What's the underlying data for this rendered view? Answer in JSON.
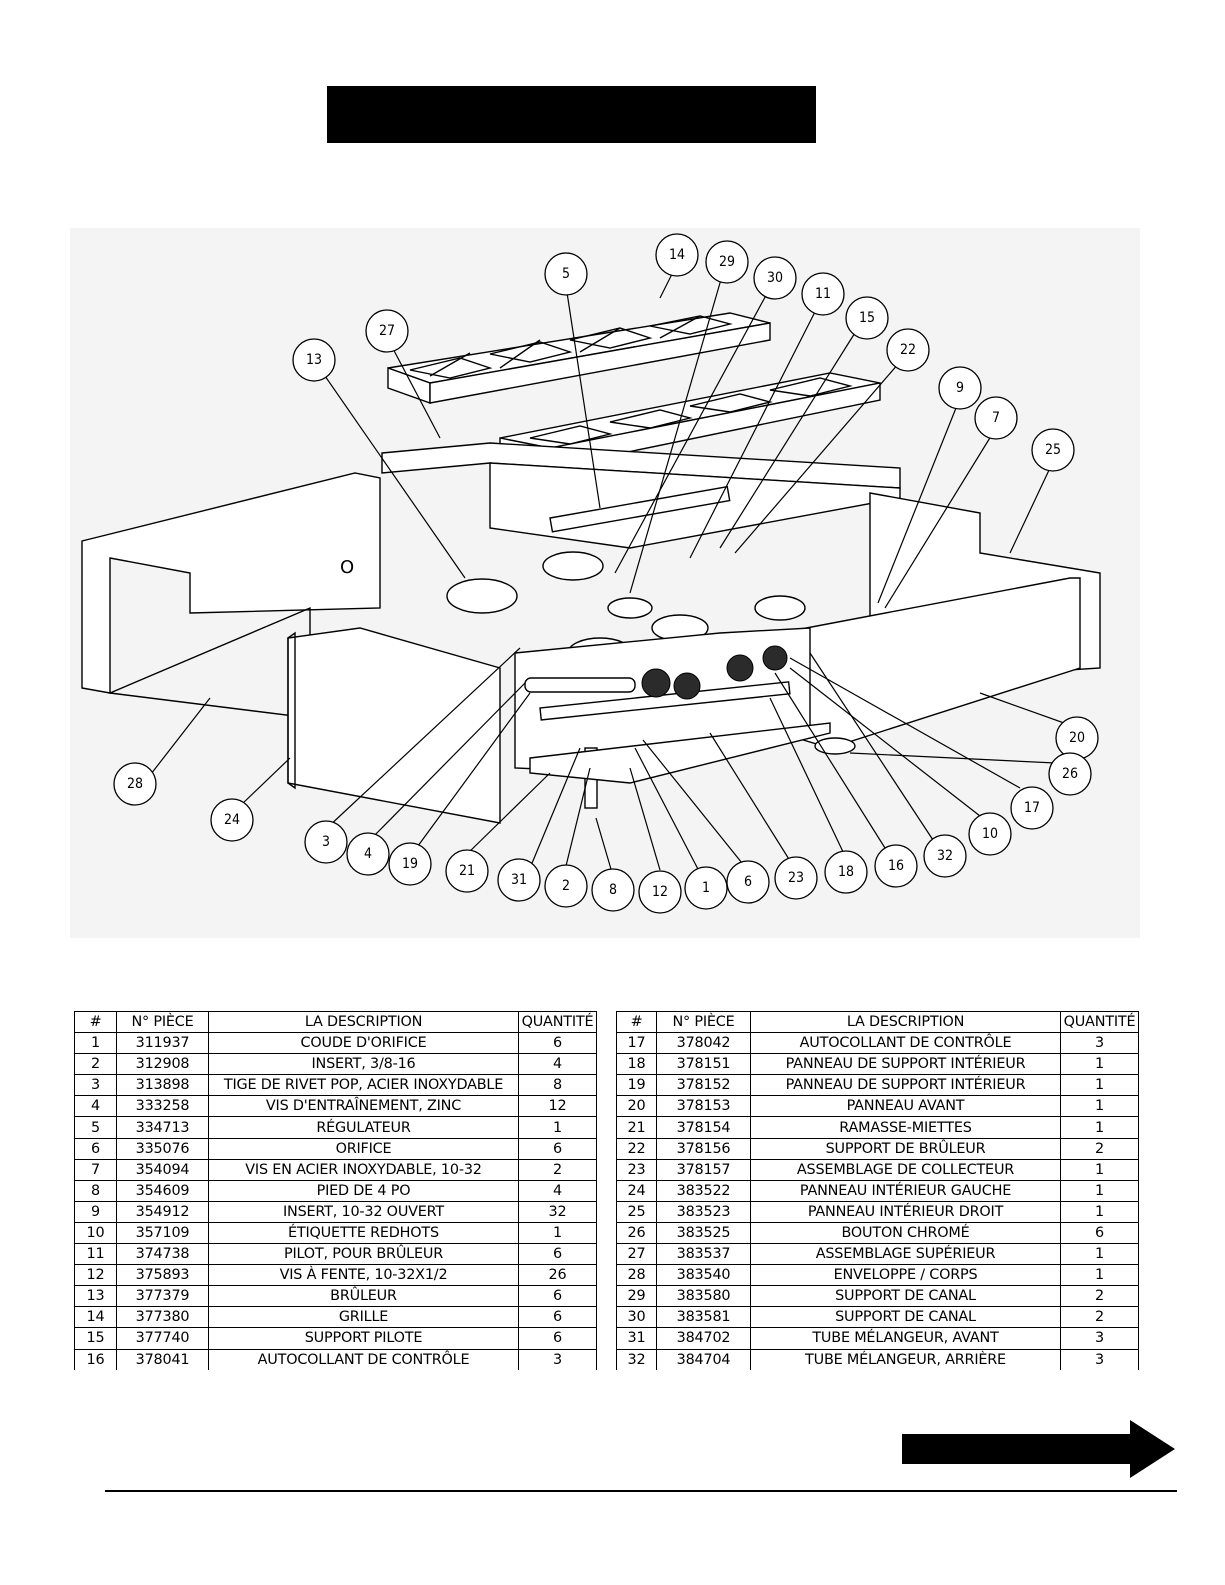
{
  "diagram": {
    "callouts": [
      "1",
      "2",
      "3",
      "4",
      "5",
      "6",
      "7",
      "8",
      "9",
      "10",
      "11",
      "12",
      "13",
      "14",
      "15",
      "16",
      "17",
      "18",
      "19",
      "20",
      "21",
      "22",
      "23",
      "24",
      "25",
      "26",
      "27",
      "28",
      "29",
      "30",
      "31",
      "32"
    ],
    "panel_marking": "O"
  },
  "parts_table": {
    "headers": [
      "#",
      "N° PIÈCE",
      "LA DESCRIPTION",
      "QUANTITÉ"
    ],
    "left_rows": [
      [
        "1",
        "311937",
        "COUDE D'ORIFICE",
        "6"
      ],
      [
        "2",
        "312908",
        "INSERT, 3/8-16",
        "4"
      ],
      [
        "3",
        "313898",
        "TIGE DE RIVET POP, ACIER INOXYDABLE",
        "8"
      ],
      [
        "4",
        "333258",
        "VIS D'ENTRAÎNEMENT, ZINC",
        "12"
      ],
      [
        "5",
        "334713",
        "RÉGULATEUR",
        "1"
      ],
      [
        "6",
        "335076",
        "ORIFICE",
        "6"
      ],
      [
        "7",
        "354094",
        "VIS EN ACIER INOXYDABLE, 10-32",
        "2"
      ],
      [
        "8",
        "354609",
        "PIED DE 4 PO",
        "4"
      ],
      [
        "9",
        "354912",
        "INSERT, 10-32 OUVERT",
        "32"
      ],
      [
        "10",
        "357109",
        "ÉTIQUETTE REDHOTS",
        "1"
      ],
      [
        "11",
        "374738",
        "PILOT, POUR BRÛLEUR",
        "6"
      ],
      [
        "12",
        "375893",
        "VIS À FENTE, 10-32X1/2",
        "26"
      ],
      [
        "13",
        "377379",
        "BRÛLEUR",
        "6"
      ],
      [
        "14",
        "377380",
        "GRILLE",
        "6"
      ],
      [
        "15",
        "377740",
        "SUPPORT PILOTE",
        "6"
      ],
      [
        "16",
        "378041",
        "AUTOCOLLANT DE CONTRÔLE",
        "3"
      ]
    ],
    "right_rows": [
      [
        "17",
        "378042",
        "AUTOCOLLANT DE CONTRÔLE",
        "3"
      ],
      [
        "18",
        "378151",
        "PANNEAU DE SUPPORT INTÉRIEUR",
        "1"
      ],
      [
        "19",
        "378152",
        "PANNEAU DE SUPPORT INTÉRIEUR",
        "1"
      ],
      [
        "20",
        "378153",
        "PANNEAU AVANT",
        "1"
      ],
      [
        "21",
        "378154",
        "RAMASSE-MIETTES",
        "1"
      ],
      [
        "22",
        "378156",
        "SUPPORT DE BRÛLEUR",
        "2"
      ],
      [
        "23",
        "378157",
        "ASSEMBLAGE DE COLLECTEUR",
        "1"
      ],
      [
        "24",
        "383522",
        "PANNEAU INTÉRIEUR GAUCHE",
        "1"
      ],
      [
        "25",
        "383523",
        "PANNEAU INTÉRIEUR DROIT",
        "1"
      ],
      [
        "26",
        "383525",
        "BOUTON CHROMÉ",
        "6"
      ],
      [
        "27",
        "383537",
        "ASSEMBLAGE SUPÉRIEUR",
        "1"
      ],
      [
        "28",
        "383540",
        "ENVELOPPE / CORPS",
        "1"
      ],
      [
        "29",
        "383580",
        "SUPPORT DE CANAL",
        "2"
      ],
      [
        "30",
        "383581",
        "SUPPORT DE CANAL",
        "2"
      ],
      [
        "31",
        "384702",
        "TUBE MÉLANGEUR, AVANT",
        "3"
      ],
      [
        "32",
        "384704",
        "TUBE MÉLANGEUR, ARRIÈRE",
        "3"
      ]
    ]
  }
}
